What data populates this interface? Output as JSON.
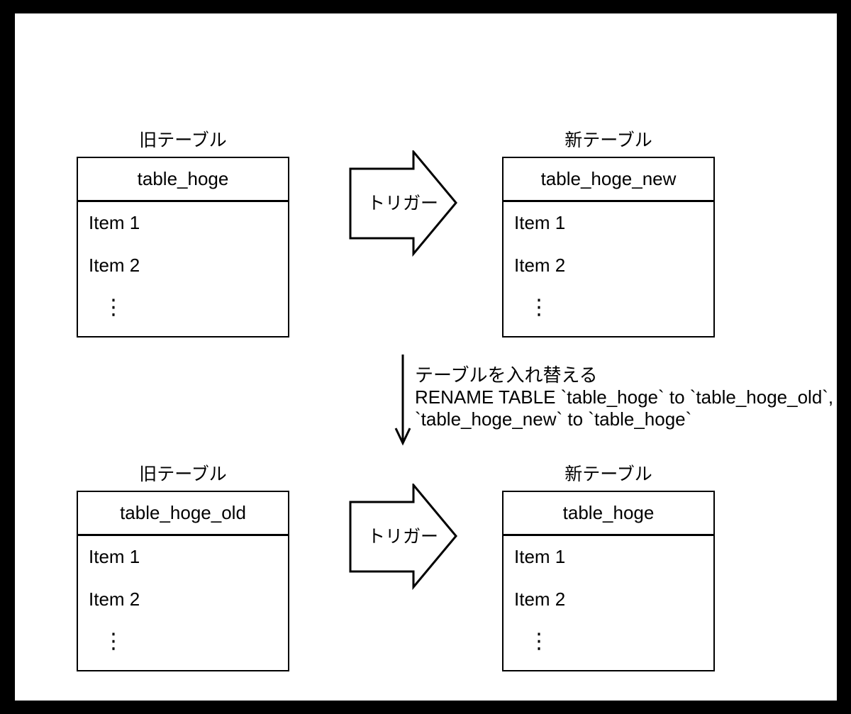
{
  "colors": {
    "frame": "#000000",
    "background": "#ffffff",
    "line": "#000000"
  },
  "diagram": {
    "top_row": {
      "old_table": {
        "label": "旧テーブル",
        "name": "table_hoge",
        "items": [
          "Item 1",
          "Item 2"
        ],
        "ellipsis": "⋮"
      },
      "arrow_label": "トリガー",
      "new_table": {
        "label": "新テーブル",
        "name": "table_hoge_new",
        "items": [
          "Item 1",
          "Item 2"
        ],
        "ellipsis": "⋮"
      }
    },
    "transition": {
      "lines": [
        "テーブルを入れ替える",
        "RENAME TABLE `table_hoge` to `table_hoge_old`,",
        "`table_hoge_new` to `table_hoge`"
      ]
    },
    "bottom_row": {
      "old_table": {
        "label": "旧テーブル",
        "name": "table_hoge_old",
        "items": [
          "Item 1",
          "Item 2"
        ],
        "ellipsis": "⋮"
      },
      "arrow_label": "トリガー",
      "new_table": {
        "label": "新テーブル",
        "name": "table_hoge",
        "items": [
          "Item 1",
          "Item 2"
        ],
        "ellipsis": "⋮"
      }
    }
  }
}
